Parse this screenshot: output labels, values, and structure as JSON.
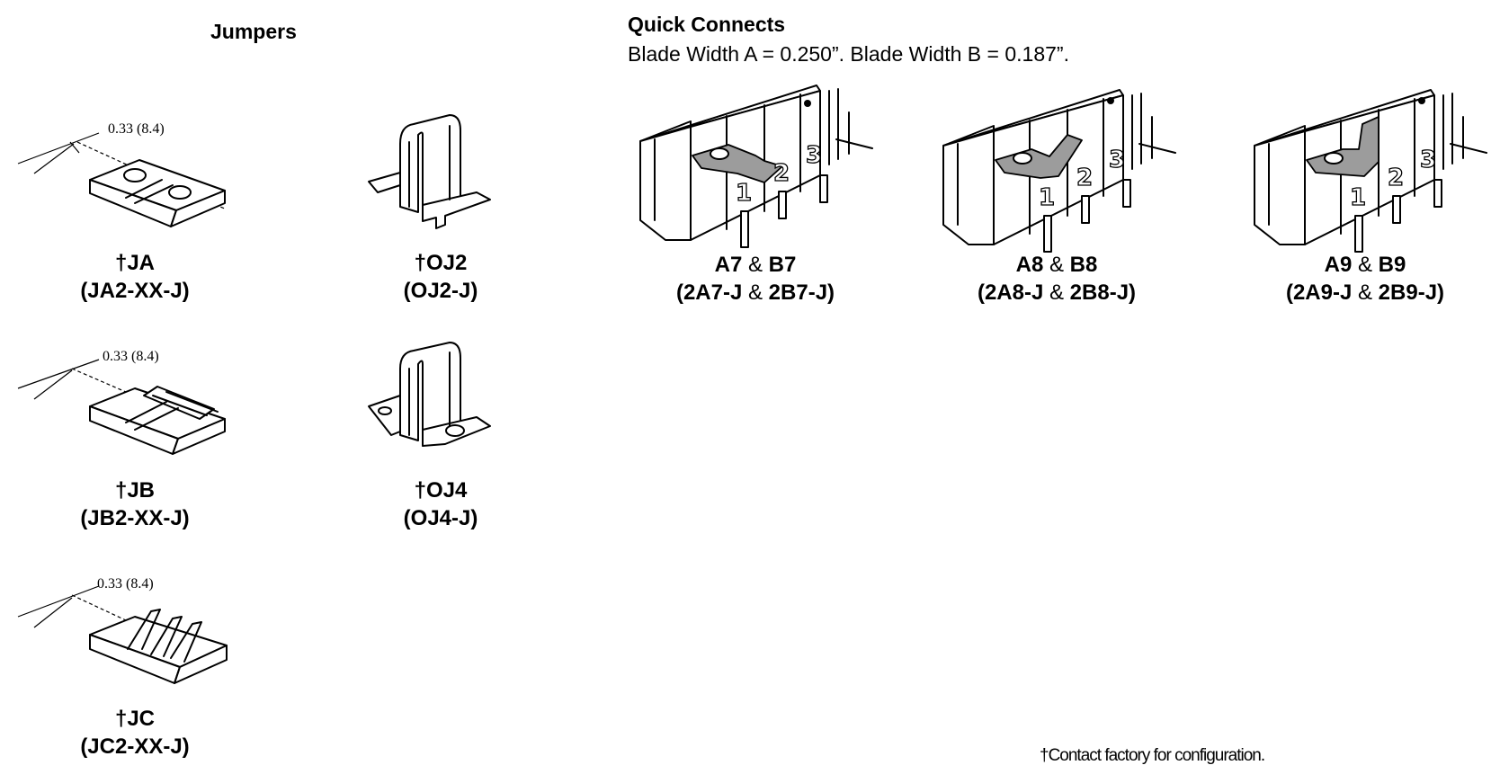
{
  "jumpers": {
    "heading": "Jumpers",
    "dimension": "0.33 (8.4)",
    "items": [
      {
        "name": "†JA",
        "part": "(JA2-XX-J)"
      },
      {
        "name": "†JB",
        "part": "(JB2-XX-J)"
      },
      {
        "name": "†JC",
        "part": "(JC2-XX-J)"
      },
      {
        "name": "†OJ2",
        "part": "(OJ2-J)"
      },
      {
        "name": "†OJ4",
        "part": "(OJ4-J)"
      }
    ]
  },
  "quick_connects": {
    "heading": "Quick Connects",
    "subtitle": "Blade Width A = 0.250”.  Blade Width B = 0.187”.",
    "terminal_numbers": [
      "1",
      "2",
      "3"
    ],
    "items": [
      {
        "a": "A7",
        "amp": "&",
        "b": "B7",
        "part_a": "(2A7-J",
        "part_b": "2B7-J)"
      },
      {
        "a": "A8",
        "amp": "&",
        "b": "B8",
        "part_a": "(2A8-J",
        "part_b": "2B8-J)"
      },
      {
        "a": "A9",
        "amp": "&",
        "b": "B9",
        "part_a": "(2A9-J",
        "part_b": "2B9-J)"
      }
    ]
  },
  "footnote": "†Contact factory for configuration."
}
